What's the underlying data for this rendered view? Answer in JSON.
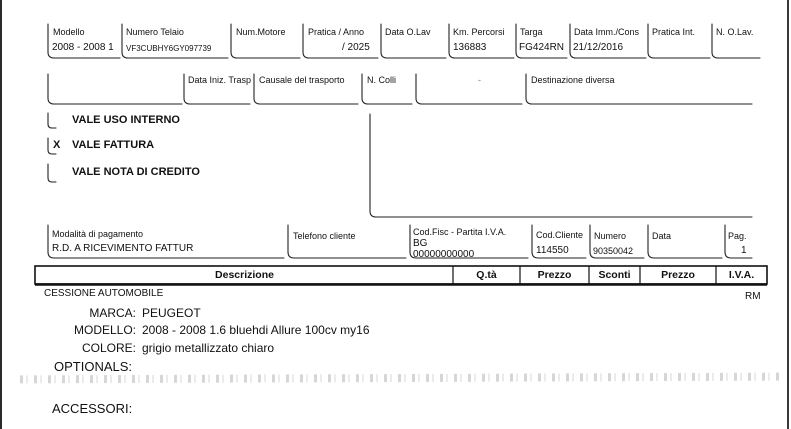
{
  "header": {
    "modello": {
      "label": "Modello",
      "value": "2008 - 2008 1"
    },
    "telaio": {
      "label": "Numero Telaio",
      "value": "VF3CUBHY6GY097739"
    },
    "motore": {
      "label": "Num.Motore",
      "value": ""
    },
    "pratica": {
      "label": "Pratica / Anno",
      "value": "/ 2025"
    },
    "data_lav": {
      "label": "Data O.Lav",
      "value": ""
    },
    "km": {
      "label": "Km. Percorsi",
      "value": "136883"
    },
    "targa": {
      "label": "Targa",
      "value": "FG424RN"
    },
    "data_imm": {
      "label": "Data Imm./Cons",
      "value": "21/12/2016"
    },
    "pratica_int": {
      "label": "Pratica Int.",
      "value": ""
    },
    "n_olav": {
      "label": "N. O.Lav.",
      "value": ""
    }
  },
  "transport": {
    "data_iniz": "Data Iniz. Trasp",
    "causale": "Causale del trasporto",
    "colli": "N. Colli",
    "dash": "-",
    "destinazione": "Destinazione diversa"
  },
  "options": [
    {
      "mark": "",
      "label": "VALE USO INTERNO"
    },
    {
      "mark": "X",
      "label": "VALE FATTURA"
    },
    {
      "mark": "",
      "label": "VALE NOTA DI CREDITO"
    }
  ],
  "payment": {
    "modalita": {
      "label": "Modalità di pagamento",
      "value": "R.D. A RICEVIMENTO FATTUR"
    },
    "telefono": {
      "label": "Telefono cliente",
      "value": ""
    },
    "codfisc": {
      "label": "Cod.Fisc - Partita I.V.A.",
      "value1": "BG",
      "value2": "00000000000"
    },
    "codcliente": {
      "label": "Cod.Cliente",
      "value": "114550"
    },
    "numero": {
      "label": "Numero",
      "value": "90350042"
    },
    "data": {
      "label": "Data",
      "value": ""
    },
    "pag": {
      "label": "Pag.",
      "value": "1"
    }
  },
  "table": {
    "columns": [
      "Descrizione",
      "Q.tà",
      "Prezzo",
      "Sconti",
      "Prezzo",
      "I.V.A."
    ]
  },
  "body": {
    "title": "CESSIONE AUTOMOBILE",
    "rm": "RM",
    "rows": [
      {
        "key": "MARCA:",
        "value": "PEUGEOT"
      },
      {
        "key": "MODELLO:",
        "value": "2008 - 2008 1.6 bluehdi Allure 100cv my16"
      },
      {
        "key": "COLORE:",
        "value": "grigio metallizzato chiaro"
      }
    ],
    "optionals": "OPTIONALS:",
    "accessori": "ACCESSORI:"
  }
}
